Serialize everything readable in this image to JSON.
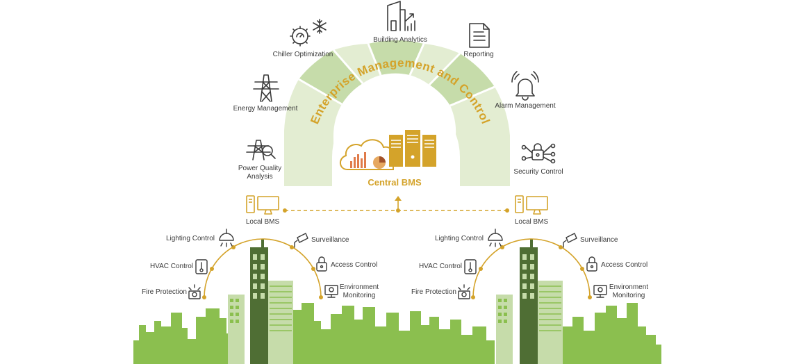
{
  "arc_title": "Enterprise Management and Control",
  "central_label": "Central BMS",
  "top_services": [
    {
      "id": "building-analytics",
      "label": "Building Analytics",
      "icon": "building-chart-icon"
    },
    {
      "id": "chiller-optimization",
      "label": "Chiller Optimization",
      "icon": "gear-snowflake-icon"
    },
    {
      "id": "reporting",
      "label": "Reporting",
      "icon": "document-icon"
    },
    {
      "id": "energy-management",
      "label": "Energy Management",
      "icon": "transmission-tower-icon"
    },
    {
      "id": "alarm-management",
      "label": "Alarm Management",
      "icon": "bell-alarm-icon"
    },
    {
      "id": "power-quality",
      "label": "Power Quality\nAnalysis",
      "icon": "tower-magnifier-icon"
    },
    {
      "id": "security-control",
      "label": "Security Control",
      "icon": "lock-network-icon"
    }
  ],
  "local_label": "Local BMS",
  "building_systems": {
    "lighting": "Lighting Control",
    "hvac": "HVAC Control",
    "fire": "Fire Protection",
    "surveillance": "Surveillance",
    "access": "Access Control",
    "environment": "Environment\nMonitoring"
  },
  "colors": {
    "gold": "#d4a32a",
    "green_light": "#e3edd2",
    "green_mid": "#c6dcaa",
    "city_green": "#8bbf4f",
    "tower_dark": "#4f6e34",
    "icon_gray": "#3a3a3a"
  }
}
